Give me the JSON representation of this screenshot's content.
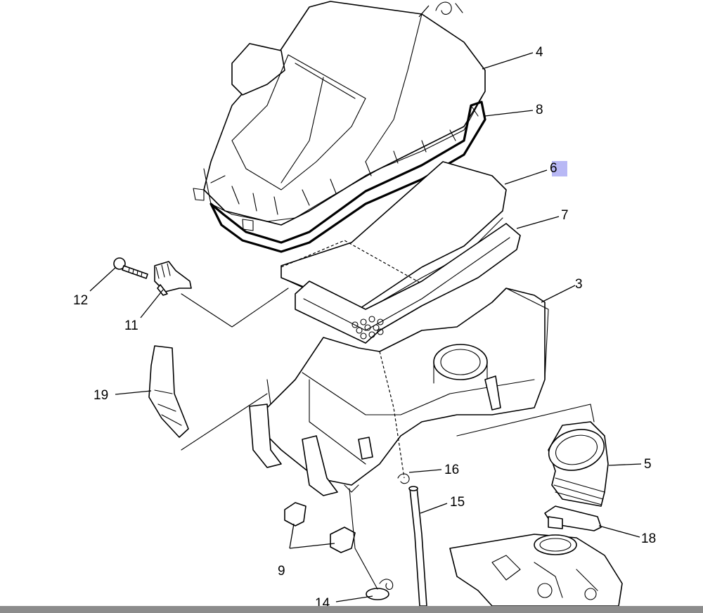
{
  "diagram": {
    "highlight_color": "#b8b8f5",
    "callouts": [
      {
        "id": "4",
        "text": "4"
      },
      {
        "id": "8",
        "text": "8"
      },
      {
        "id": "6",
        "text": "6",
        "highlighted": true
      },
      {
        "id": "7",
        "text": "7"
      },
      {
        "id": "3",
        "text": "3"
      },
      {
        "id": "12",
        "text": "12"
      },
      {
        "id": "11",
        "text": "11"
      },
      {
        "id": "19",
        "text": "19"
      },
      {
        "id": "16",
        "text": "16"
      },
      {
        "id": "5",
        "text": "5"
      },
      {
        "id": "15",
        "text": "15"
      },
      {
        "id": "18",
        "text": "18"
      },
      {
        "id": "9",
        "text": "9"
      },
      {
        "id": "14",
        "text": "14"
      }
    ]
  }
}
